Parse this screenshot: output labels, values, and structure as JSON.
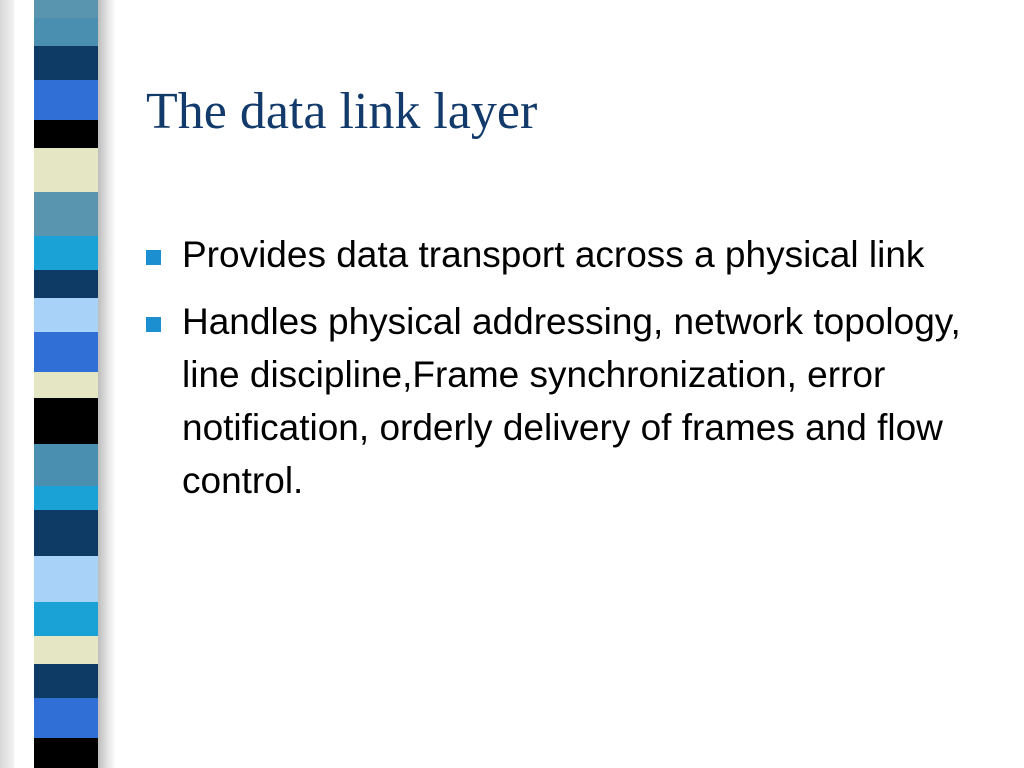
{
  "slide": {
    "title": "The data link layer",
    "bullets": [
      "Provides data transport across a physical link",
      "Handles physical addressing, network topology, line discipline,Frame synchronization,  error notification, orderly delivery of frames and flow control."
    ]
  },
  "colors": {
    "title": "#123a6b",
    "bullet_marker": "#1c8fd0",
    "strip_blocks": [
      "#4a8fb0",
      "#0d3b66",
      "#2f6fd6",
      "#000000",
      "#e4e6c4",
      "#5a95b0",
      "#1aa1d6",
      "#a8d2f7",
      "#0b1a2e"
    ]
  },
  "icons": {
    "bullet": "square-bullet-icon"
  }
}
